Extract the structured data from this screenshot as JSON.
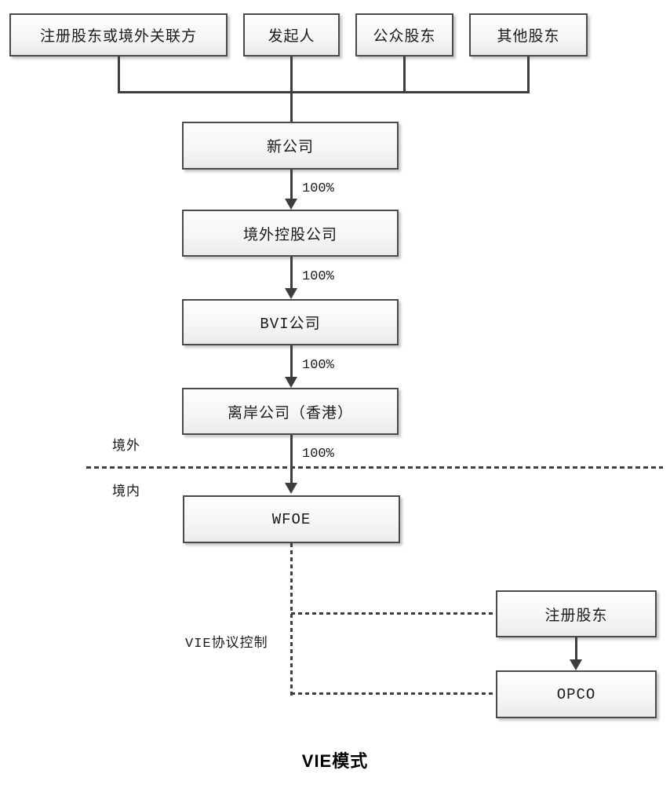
{
  "diagram": {
    "title": "VIE模式",
    "regions": {
      "outside": "境外",
      "inside": "境内"
    },
    "control_label": "VIE协议控制",
    "nodes": {
      "registered_or_overseas": "注册股东或境外关联方",
      "sponsor": "发起人",
      "public_shareholders": "公众股东",
      "other_shareholders": "其他股东",
      "newco": "新公司",
      "offshore_holding": "境外控股公司",
      "bvi": "BVI公司",
      "offshore_hk": "离岸公司（香港）",
      "wfoe": "WFOE",
      "registered_shareholder": "注册股东",
      "opco": "OPCO"
    },
    "edges": [
      {
        "from": "新公司",
        "to": "境外控股公司",
        "label": "100%",
        "style": "solid-arrow"
      },
      {
        "from": "境外控股公司",
        "to": "BVI公司",
        "label": "100%",
        "style": "solid-arrow"
      },
      {
        "from": "BVI公司",
        "to": "离岸公司（香港）",
        "label": "100%",
        "style": "solid-arrow"
      },
      {
        "from": "离岸公司（香港）",
        "to": "WFOE",
        "label": "100%",
        "style": "solid-arrow"
      },
      {
        "from": "注册股东",
        "to": "OPCO",
        "label": "",
        "style": "solid-arrow"
      },
      {
        "from": "WFOE",
        "to": "注册股东",
        "label": "",
        "style": "dashed"
      },
      {
        "from": "WFOE",
        "to": "OPCO",
        "label": "",
        "style": "dashed"
      },
      {
        "from": "注册股东或境外关联方,发起人,公众股东,其他股东",
        "to": "新公司",
        "label": "",
        "style": "solid"
      }
    ],
    "colors": {
      "line": "#3d3d3d",
      "box_border": "#4a4a4a",
      "box_fill": "#f6f6f6",
      "background": "#ffffff"
    }
  }
}
